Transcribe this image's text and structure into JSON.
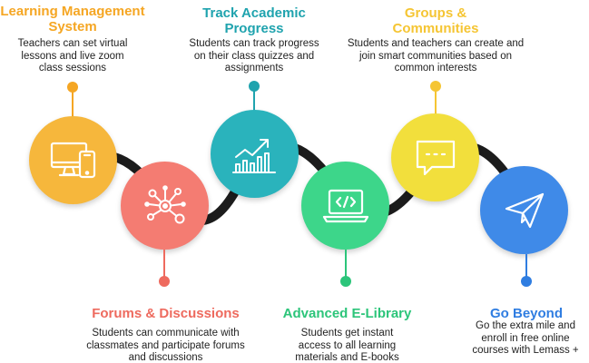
{
  "steps": [
    {
      "title_lines": [
        "Learning Management",
        "System"
      ],
      "desc_lines": [
        "Teachers can set virtual",
        "lessons and live zoom",
        "class sessions"
      ],
      "color": "#F6B73C",
      "title_color": "#F5A623",
      "icon": "monitor-phone-icon"
    },
    {
      "title_lines": [
        "Forums & Discussions"
      ],
      "desc_lines": [
        "Students can communicate with",
        "classmates and participate forums",
        "and discussions"
      ],
      "color": "#F47C72",
      "title_color": "#EE6A5E",
      "icon": "network-nodes-icon"
    },
    {
      "title_lines": [
        "Track Academic",
        "Progress"
      ],
      "desc_lines": [
        "Students can track progress",
        "on their class quizzes and",
        "assignments"
      ],
      "color": "#2AB3BC",
      "title_color": "#1FA3AE",
      "icon": "rising-chart-icon"
    },
    {
      "title_lines": [
        "Advanced E-Library"
      ],
      "desc_lines": [
        "Students get instant",
        "access to all learning",
        "materials and E-books"
      ],
      "color": "#3DD68A",
      "title_color": "#2CC57A",
      "icon": "laptop-code-icon"
    },
    {
      "title_lines": [
        "Groups &",
        "Communities"
      ],
      "desc_lines": [
        "Students and teachers can create and",
        "join smart communities based on",
        "common interests"
      ],
      "color": "#F2DF3C",
      "title_color": "#F5C533",
      "icon": "chat-bubble-icon"
    },
    {
      "title_lines": [
        "Go Beyond"
      ],
      "desc_lines": [
        "Go the extra mile and",
        "enroll in free online",
        "courses with Lemass +"
      ],
      "color": "#3F8AE8",
      "title_color": "#2F7DE1",
      "icon": "paper-plane-icon"
    }
  ]
}
